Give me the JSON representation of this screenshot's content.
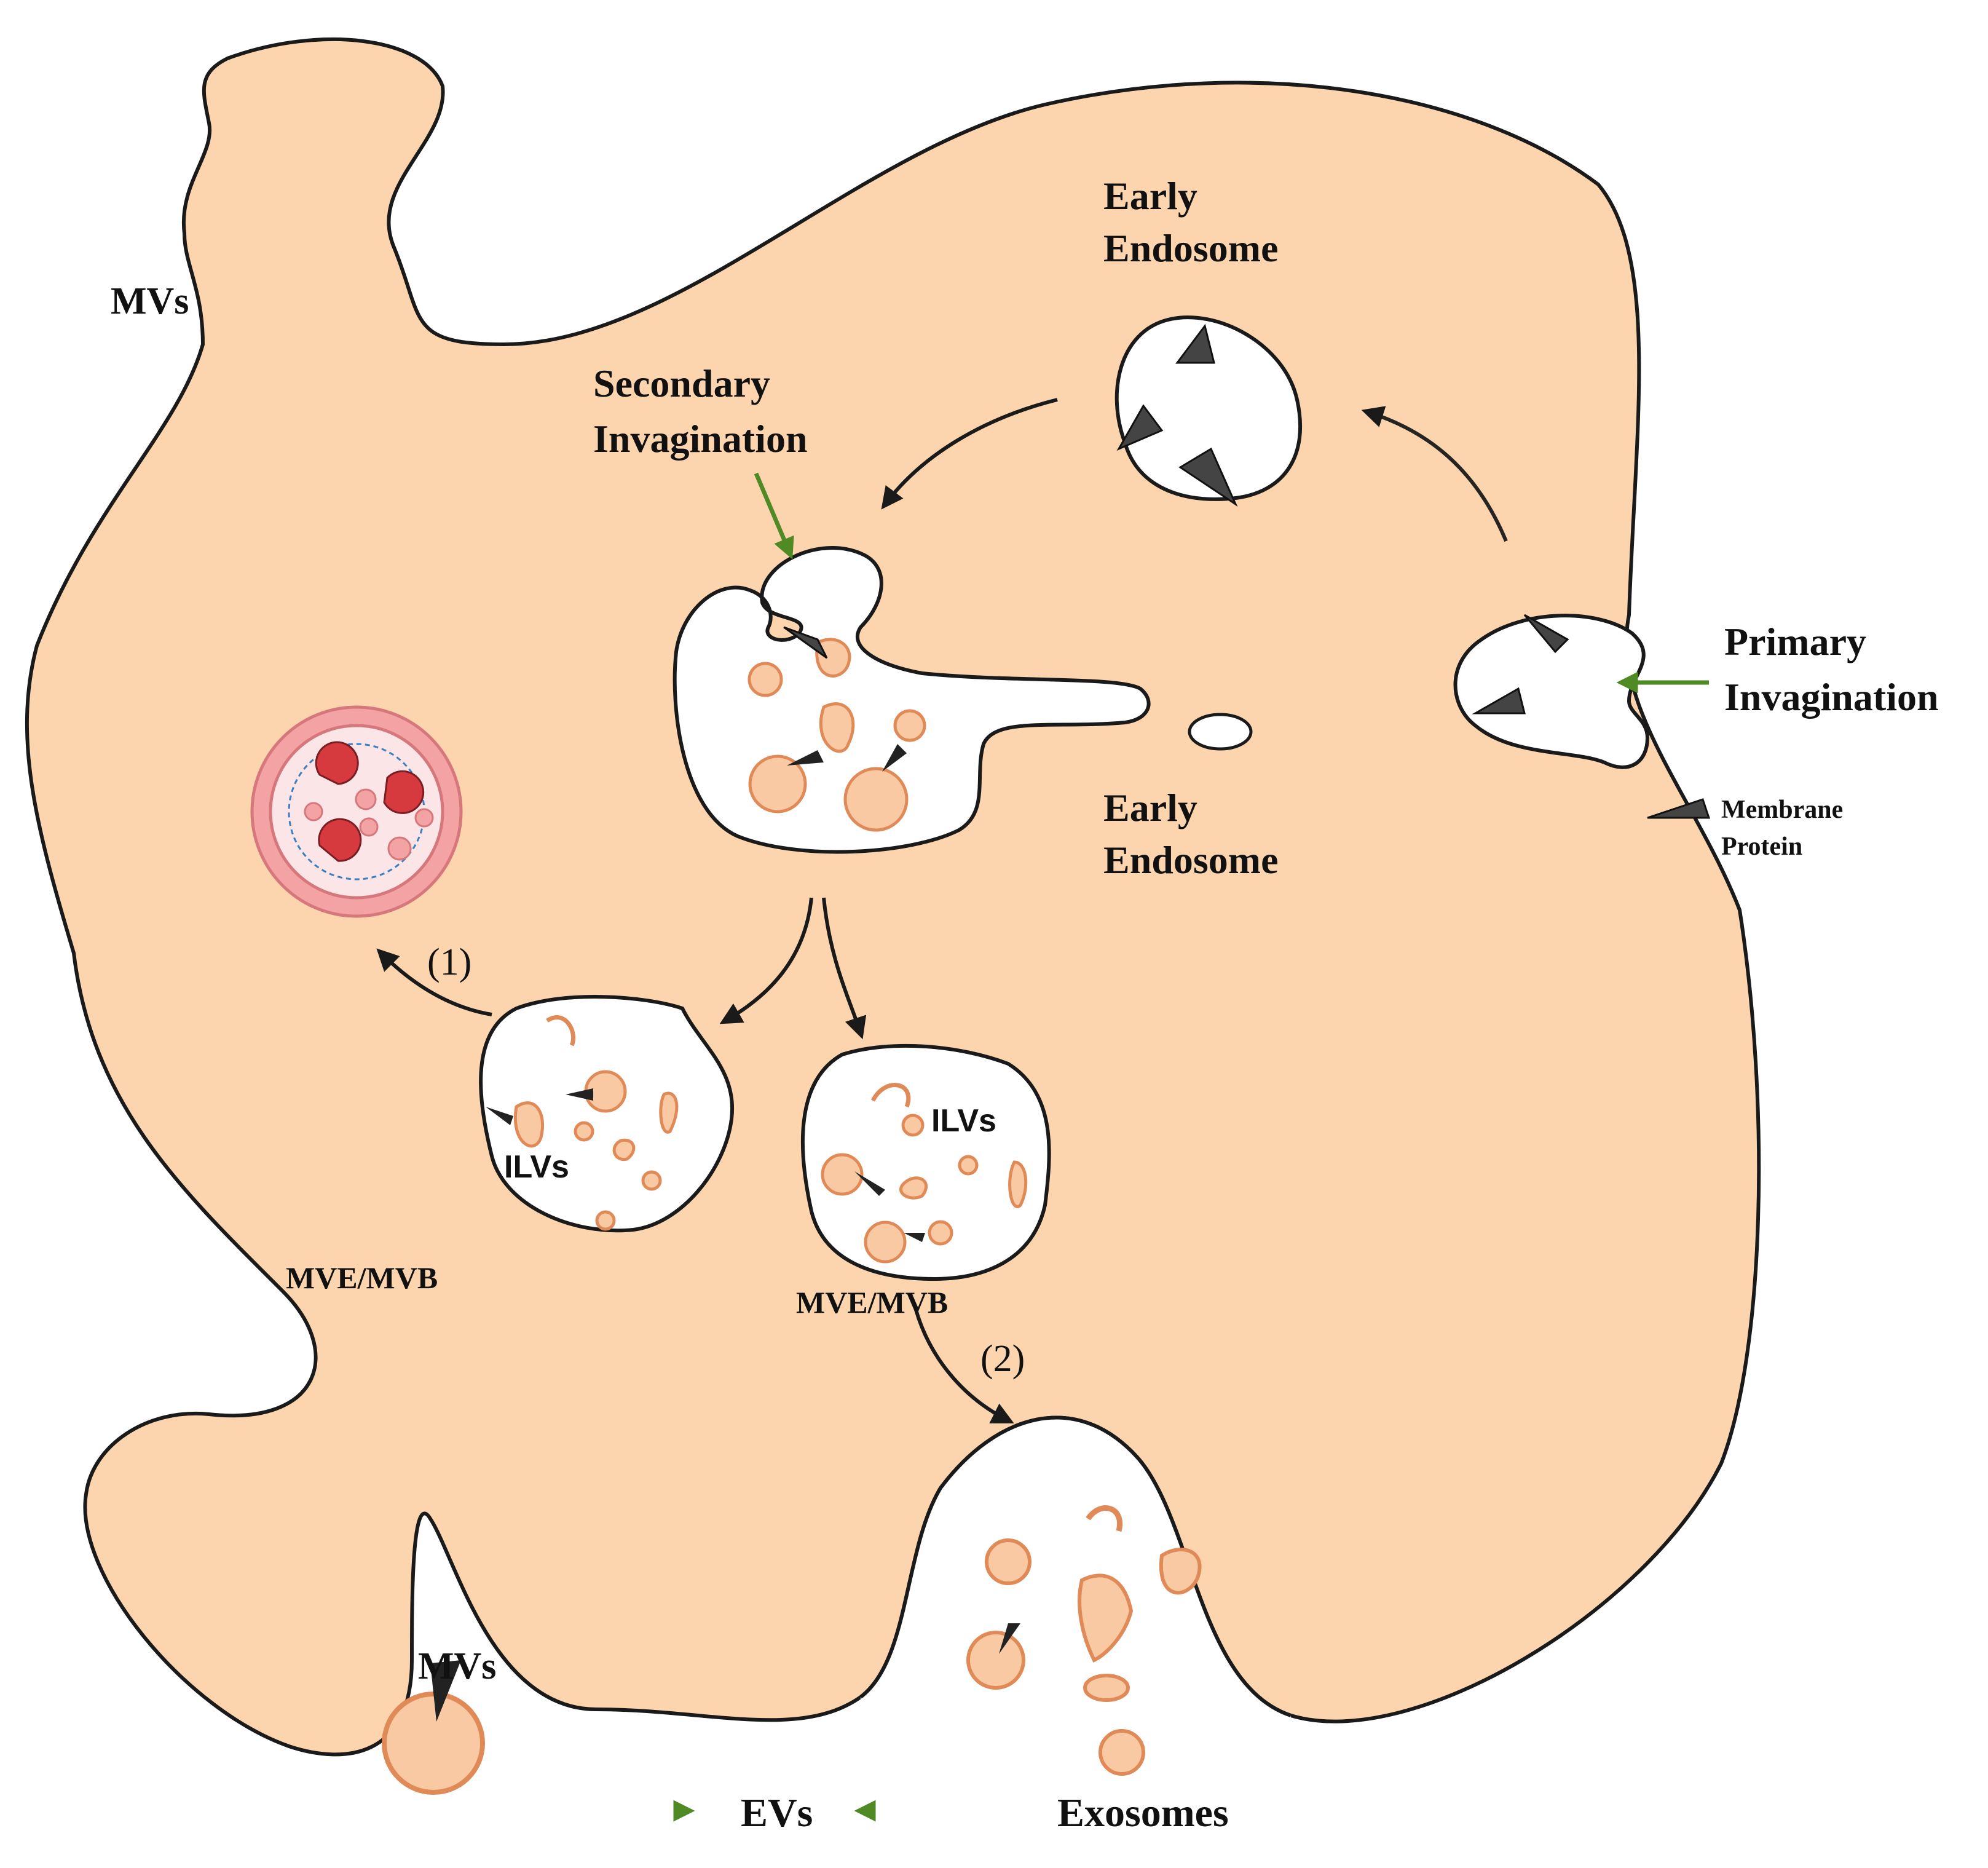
{
  "labels": {
    "mvs_top": "MVs",
    "early_endosome_top_1": "Early",
    "early_endosome_top_2": "Endosome",
    "secondary_invagination_1": "Secondary",
    "secondary_invagination_2": "Invagination",
    "primary_invagination_1": "Primary",
    "primary_invagination_2": "Invagination",
    "membrane_protein_1": "Membrane",
    "membrane_protein_2": "Protein",
    "early_endosome_mid_1": "Early",
    "early_endosome_mid_2": "Endosome",
    "step_1": "(1)",
    "step_2": "(2)",
    "ilvs_left": "ILVs",
    "ilvs_right": "ILVs",
    "mve_mvb_left": "MVE/MVB",
    "mve_mvb_right": "MVE/MVB",
    "mvs_bottom": "MVs",
    "evs": "EVs",
    "exosomes": "Exosomes"
  },
  "colors": {
    "cell_fill": "#fcd5ae",
    "outline": "#1a1a1a",
    "vesicle_stroke": "#e08a58",
    "vesicle_fill": "#f8c9a2",
    "green_arrow": "#4f8a24",
    "lysosome_outer": "#f3a3a4",
    "lysosome_inner": "#fbe5e7",
    "lysosome_red": "#d63a3e"
  }
}
